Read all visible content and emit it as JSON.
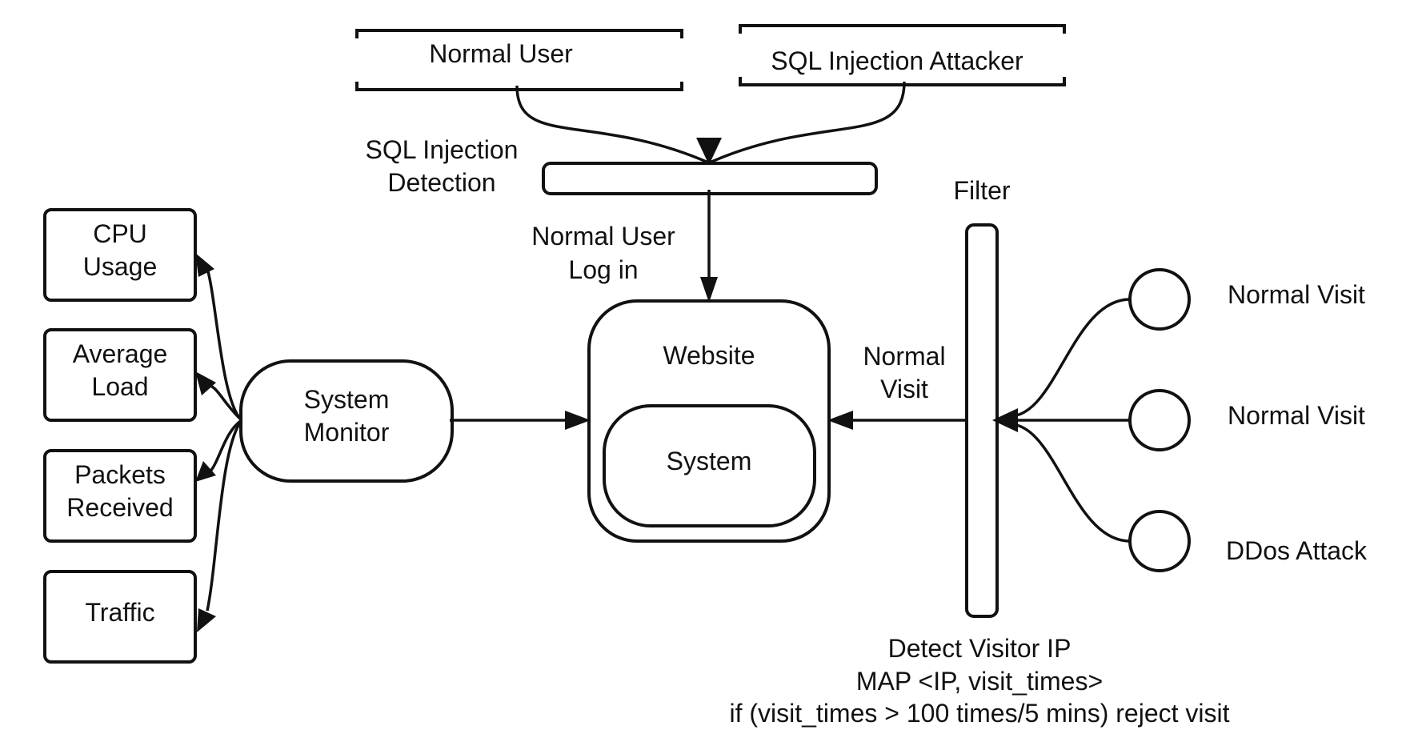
{
  "actors": {
    "normal_user": "Normal User",
    "sql_attacker": "SQL Injection Attacker"
  },
  "sql_detection": {
    "line1": "SQL Injection",
    "line2": "Detection"
  },
  "login_label": {
    "line1": "Normal User",
    "line2": "Log in"
  },
  "website": {
    "title": "Website",
    "system": "System"
  },
  "system_monitor": {
    "line1": "System",
    "line2": "Monitor"
  },
  "metrics": {
    "cpu": {
      "line1": "CPU",
      "line2": "Usage"
    },
    "load": {
      "line1": "Average",
      "line2": "Load"
    },
    "packets": {
      "line1": "Packets",
      "line2": "Received"
    },
    "traffic": "Traffic"
  },
  "filter": {
    "label": "Filter",
    "note1": "Detect Visitor IP",
    "note2": "MAP <IP, visit_times>",
    "note3": "if (visit_times > 100 times/5 mins) reject visit"
  },
  "normal_visit_label": {
    "line1": "Normal",
    "line2": "Visit"
  },
  "visitors": {
    "v1": "Normal Visit",
    "v2": "Normal Visit",
    "v3": "DDos Attack"
  }
}
